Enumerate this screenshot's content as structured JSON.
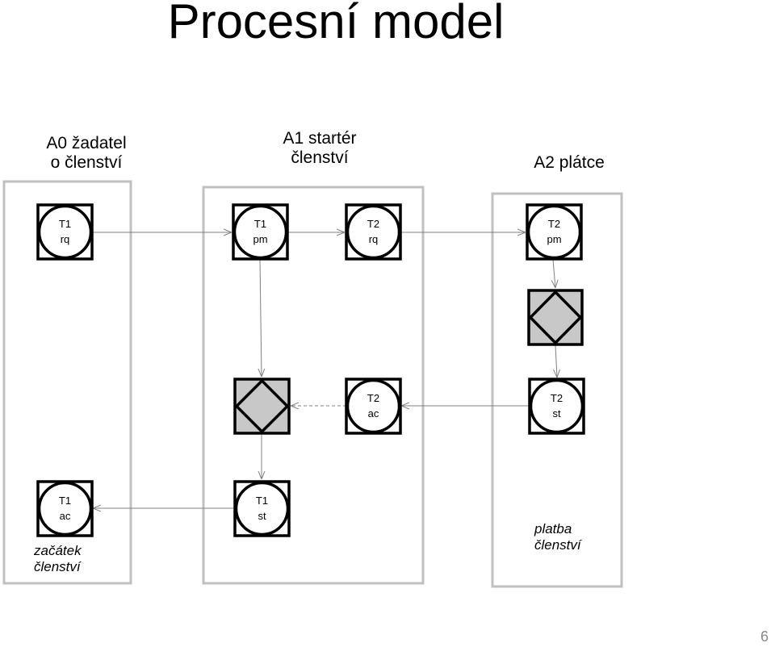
{
  "title": "Procesní model",
  "actors": {
    "a0": {
      "line1": "A0 žadatel",
      "line2": "o členství"
    },
    "a1": {
      "line1": "A1 startér",
      "line2": "členství"
    },
    "a2": {
      "line1": "A2 plátce"
    }
  },
  "notes": {
    "start": {
      "line1": "začátek",
      "line2": "členství"
    },
    "payment": {
      "line1": "platba",
      "line2": "členství"
    }
  },
  "transactions": {
    "t1rq": {
      "t": "T1",
      "s": "rq"
    },
    "t1pm": {
      "t": "T1",
      "s": "pm"
    },
    "t2rq": {
      "t": "T2",
      "s": "rq"
    },
    "t2pm": {
      "t": "T2",
      "s": "pm"
    },
    "t2ac": {
      "t": "T2",
      "s": "ac"
    },
    "t2st": {
      "t": "T2",
      "s": "st"
    },
    "t1ac": {
      "t": "T1",
      "s": "ac"
    },
    "t1st": {
      "t": "T1",
      "s": "st"
    }
  },
  "page_number": "6"
}
